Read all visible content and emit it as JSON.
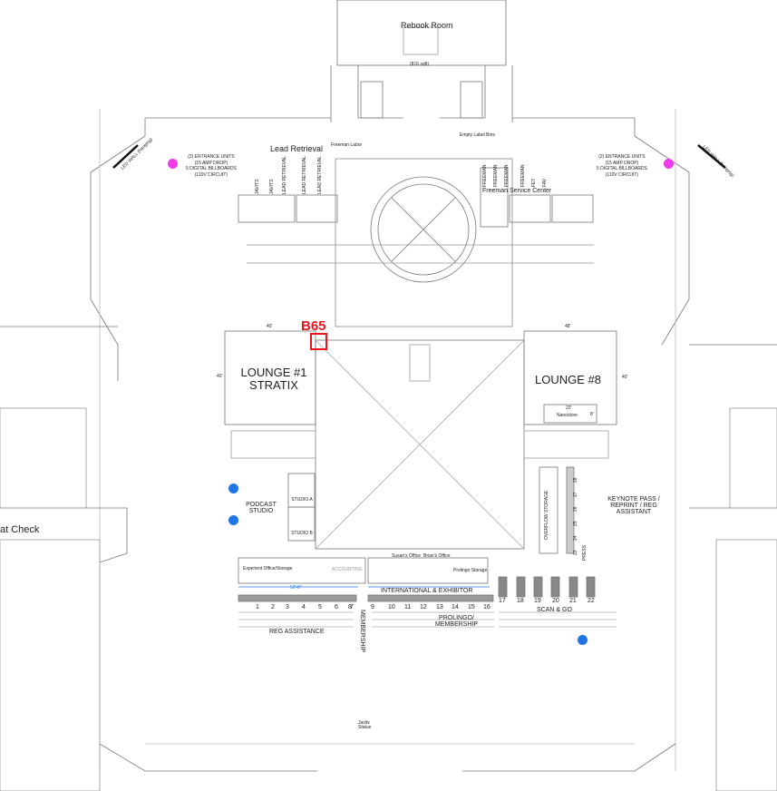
{
  "rooms": {
    "rebook_room": "Rebook Room",
    "rebook_size": "(816 sqft)",
    "freeman_labor": "Freeman Labor",
    "empty_label_bins": "Empty Label Bins",
    "lead_retrieval": "Lead Retrieval",
    "lead_retrieval_stations": [
      "JAVITS",
      "JAVITS",
      "LEAD RETRIEVAL",
      "LEAD RETRIEVAL",
      "LEAD RETRIEVAL"
    ],
    "freeman_service_center": "Freeman Service Center",
    "freeman_stations": [
      "FREEMAN",
      "FREEMAN",
      "FREEMAN",
      "FREEMAN",
      "FET",
      "FAV"
    ],
    "lounge_1": "LOUNGE #1",
    "lounge_1_sponsor": "STRATIX",
    "lounge_8": "LOUNGE #8",
    "nanostore": "Nanostore",
    "nanostore_width": "22'",
    "nanostore_depth": "8'",
    "podcast_studio": "PODCAST STUDIO",
    "studio_a": "STUDIO A",
    "studio_b": "STUDIO B",
    "overflow_storage": "OVERFLOW STORAGE",
    "keynote_pass": "KEYNOTE PASS / REPRINT / REG ASSISTANT",
    "experient_office": "Experient Office/Storage",
    "accounting": "ACCOUNTING",
    "susans_office": "Susan's Office",
    "brians_office": "Brian's Office",
    "prolingo_storage": "Prolingo Storage",
    "international_exhibitor": "INTERNATIONAL & EXHIBITOR",
    "scan_go": "SCAN & GO",
    "reg_assistance": "REG ASSISTANCE",
    "membership": "MEMBERSHIP",
    "prolingo_membership": "PROLINGO/ MEMBERSHIP",
    "press": "PRESS",
    "coat_check": "at Check",
    "javits_statue": "Javits Statue"
  },
  "annotations": {
    "entrance_units_left": [
      "(2) ENTRANCE UNITS",
      "(15 AMP DROP)",
      "5 DIGITAL BILLBOARDS",
      "(110V CIRCUIT)"
    ],
    "entrance_units_right": [
      "(2) ENTRANCE UNITS",
      "(15 AMP DROP)",
      "5 DIGITAL BILLBOARDS",
      "(110V CIRCUIT)"
    ],
    "led_wall": "LED WALL (hanging)",
    "dim_40": "40'",
    "dim_48": "48'",
    "dim_52": "52'-8\""
  },
  "highlight": {
    "booth_label": "B65",
    "color": "#e8151c"
  },
  "counters": [
    "1",
    "2",
    "3",
    "4",
    "5",
    "6",
    "7",
    "8",
    "9",
    "10",
    "11",
    "12",
    "13",
    "14",
    "15",
    "16",
    "17",
    "18",
    "19",
    "20",
    "21",
    "22"
  ],
  "press_counters": [
    "23",
    "24",
    "25",
    "26",
    "27",
    "28"
  ],
  "markers": {
    "magenta": "#f03ce8",
    "blue": "#1f74e8"
  }
}
